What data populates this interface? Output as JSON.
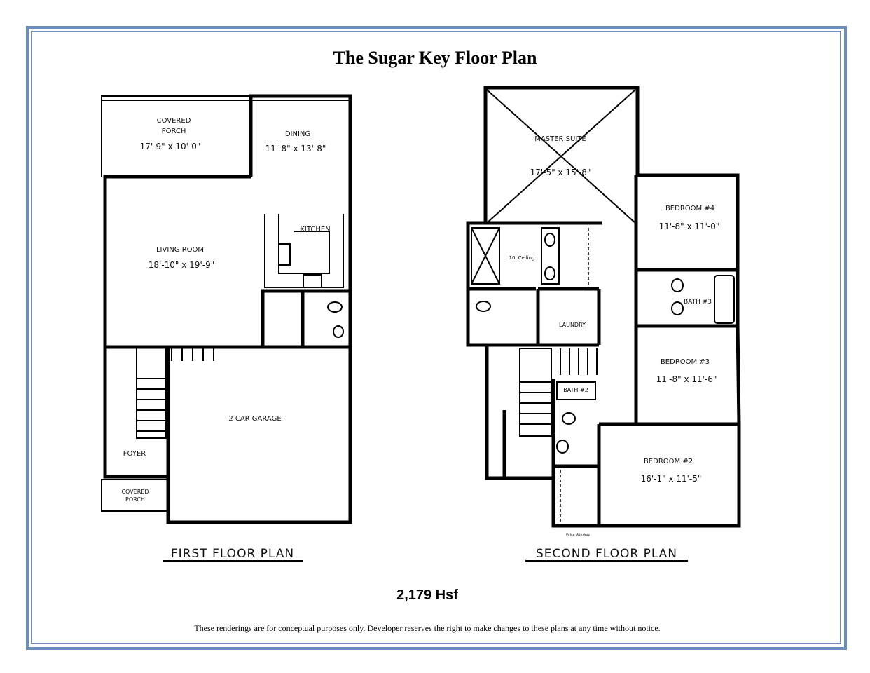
{
  "title": "The Sugar Key Floor Plan",
  "square_footage": "2,179 Hsf",
  "disclaimer": "These renderings are for conceptual purposes only.  Developer reserves the right to make changes to these plans at any time without notice.",
  "first_floor": {
    "label": "FIRST FLOOR PLAN",
    "rooms": [
      {
        "name": "COVERED",
        "name2": "PORCH",
        "size": "17'-9\" x 10'-0\""
      },
      {
        "name": "DINING",
        "size": "11'-8\" x 13'-8\""
      },
      {
        "name": "KITCHEN"
      },
      {
        "name": "LIVING ROOM",
        "size": "18'-10\" x 19'-9\""
      },
      {
        "name": "2 CAR GARAGE"
      },
      {
        "name": "FOYER"
      },
      {
        "name": "COVERED",
        "name2": "PORCH"
      }
    ]
  },
  "second_floor": {
    "label": "SECOND FLOOR PLAN",
    "rooms": [
      {
        "name": "MASTER SUITE",
        "size": "17'-5\" x 15'-8\""
      },
      {
        "name": "BEDROOM #4",
        "size": "11'-8\" x 11'-0\""
      },
      {
        "name": "10' Ceiling"
      },
      {
        "name": "LAUNDRY"
      },
      {
        "name": "BATH #3"
      },
      {
        "name": "BEDROOM #3",
        "size": "11'-8\" x 11'-6\""
      },
      {
        "name": "BATH #2"
      },
      {
        "name": "BEDROOM #2",
        "size": "16'-1\" x 11'-5\""
      },
      {
        "name": "False Window"
      }
    ]
  }
}
